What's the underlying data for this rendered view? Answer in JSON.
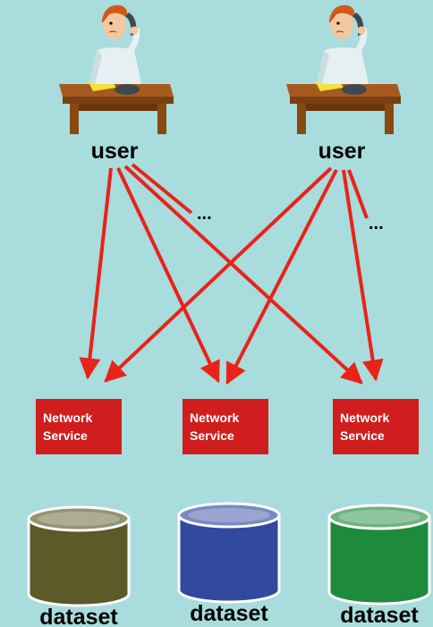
{
  "users": [
    {
      "label": "user"
    },
    {
      "label": "user"
    }
  ],
  "more_connections": [
    "...",
    "..."
  ],
  "services": [
    {
      "line1": "Network",
      "line2": "Service"
    },
    {
      "line1": "Network",
      "line2": "Service"
    },
    {
      "line1": "Network",
      "line2": "Service"
    }
  ],
  "datasets": [
    {
      "label": "dataset",
      "color": "#5b5a28"
    },
    {
      "label": "dataset",
      "color": "#3249a0"
    },
    {
      "label": "dataset",
      "color": "#1e8a3c"
    }
  ],
  "colors": {
    "background": "#a9dcdc",
    "arrow": "#e8231a",
    "service_box": "#d01e1e"
  }
}
